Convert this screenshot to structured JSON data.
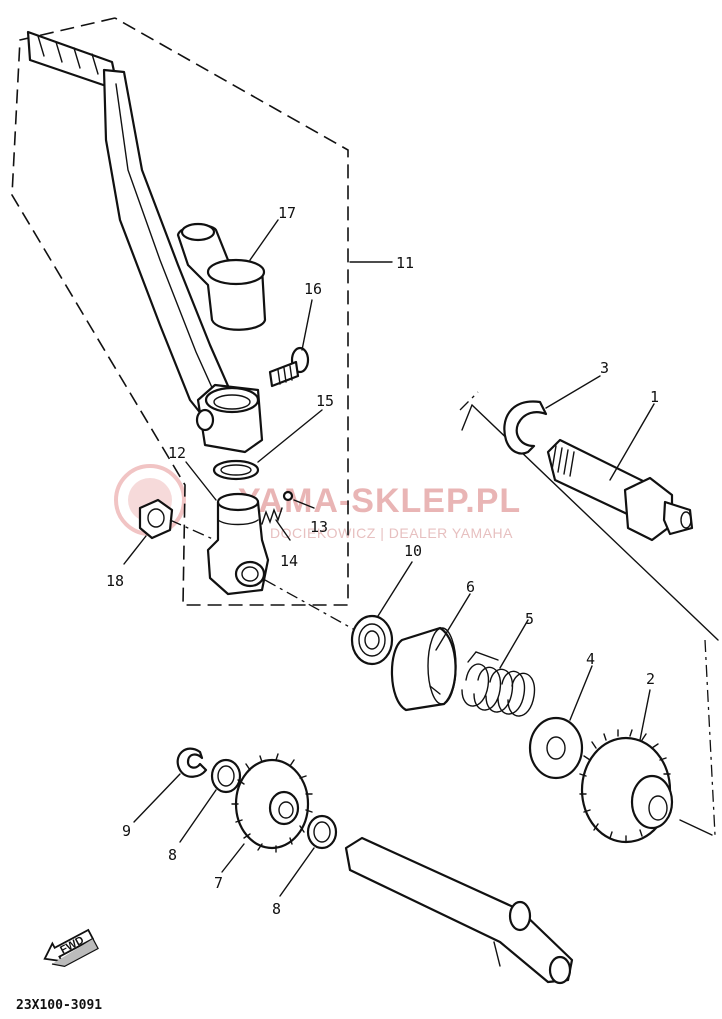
{
  "watermark": {
    "brand": "YAMA-SKLEP.PL",
    "subtitle": "DOCIEKOWICZ | DEALER YAMAHA"
  },
  "diagram_code": "23X100-3091",
  "fwd_label": "FWD",
  "callouts": {
    "c1": "1",
    "c2": "2",
    "c3": "3",
    "c4": "4",
    "c5": "5",
    "c6": "6",
    "c7": "7",
    "c8a": "8",
    "c8b": "8",
    "c9": "9",
    "c10": "10",
    "c11": "11",
    "c12": "12",
    "c13": "13",
    "c14": "14",
    "c15": "15",
    "c16": "16",
    "c17": "17",
    "c18": "18"
  }
}
